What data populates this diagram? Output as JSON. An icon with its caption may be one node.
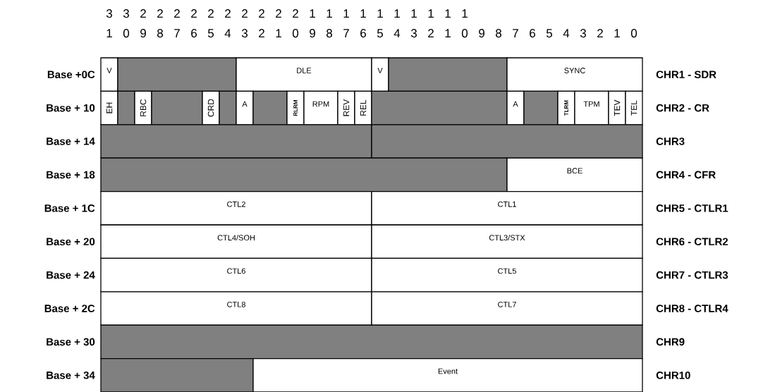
{
  "diagram": {
    "nodes": [
      {
        "text": [
          "V"
        ]
      },
      {
        "text": [],
        "shape": "box"
      },
      {
        "text": [
          "DLE"
        ]
      },
      {
        "text": [
          "V"
        ]
      },
      {
        "text": [],
        "shape": "box"
      },
      {
        "text": [
          "SYNC"
        ]
      },
      {
        "text": [
          "EH"
        ]
      },
      {
        "text": [],
        "shape": "box"
      },
      {
        "text": [
          "RBC"
        ]
      },
      {
        "text": [],
        "shape": "box"
      },
      {
        "text": [
          "CRD"
        ]
      },
      {
        "text": [],
        "shape": "box"
      },
      {
        "text": [
          "A"
        ]
      },
      {
        "text": [],
        "shape": "box"
      },
      {
        "text": [
          "RLRM"
        ]
      },
      {
        "text": [
          "RPM"
        ]
      },
      {
        "text": [
          "REV"
        ]
      },
      {
        "text": [
          "REL"
        ]
      },
      {
        "text": [],
        "shape": "box"
      },
      {
        "text": [
          "A"
        ]
      },
      {
        "text": [],
        "shape": "box"
      },
      {
        "text": [
          "TLRM"
        ]
      },
      {
        "text": [
          "TPM"
        ]
      },
      {
        "text": [
          "TEV"
        ]
      },
      {
        "text": [
          "TEL"
        ]
      },
      {
        "text": [],
        "shape": "box"
      },
      {
        "text": [],
        "shape": "box"
      },
      {
        "text": [],
        "shape": "box"
      },
      {
        "text": [
          "BCE"
        ]
      },
      {
        "text": [
          "CTL2"
        ]
      },
      {
        "text": [
          "CTL1"
        ]
      },
      {
        "text": [
          "CTL4/SOH"
        ]
      },
      {
        "text": [
          "CTL3/STX"
        ]
      },
      {
        "text": [
          "CTL6"
        ]
      },
      {
        "text": [
          "CTL5"
        ]
      },
      {
        "text": [
          "CTL8"
        ]
      },
      {
        "text": [
          "CTL7"
        ]
      },
      {
        "text": [],
        "shape": "box"
      },
      {
        "text": [],
        "shape": "box"
      },
      {
        "text": [
          "Event"
        ]
      }
    ],
    "labels": [
      "3",
      "3",
      "2",
      "2",
      "2",
      "2",
      "2",
      "2",
      "2",
      "2",
      "2",
      "2",
      "1",
      "1",
      "1",
      "1",
      "1",
      "1",
      "1",
      "1",
      "1",
      "1",
      "1",
      "0",
      "9",
      "8",
      "7",
      "6",
      "5",
      "4",
      "3",
      "2",
      "1",
      "0",
      "9",
      "8",
      "7",
      "6",
      "5",
      "4",
      "3",
      "2",
      "1",
      "0",
      "9",
      "8",
      "7",
      "6",
      "5",
      "4",
      "3",
      "2",
      "1",
      "0",
      "Base +0C",
      "CHR1 - SDR",
      "Base + 10",
      "CHR2 - CR",
      "Base + 14",
      "CHR3",
      "Base + 18",
      "CHR4 - CFR",
      "Base + 1C",
      "CHR5 - CTLR1",
      "Base + 20",
      "CHR6 - CTLR2",
      "Base + 24",
      "CHR7 - CTLR3",
      "Base + 2C",
      "CHR8 - CTLR4",
      "Base + 30",
      "CHR9",
      "Base + 34",
      "CHR10"
    ]
  }
}
